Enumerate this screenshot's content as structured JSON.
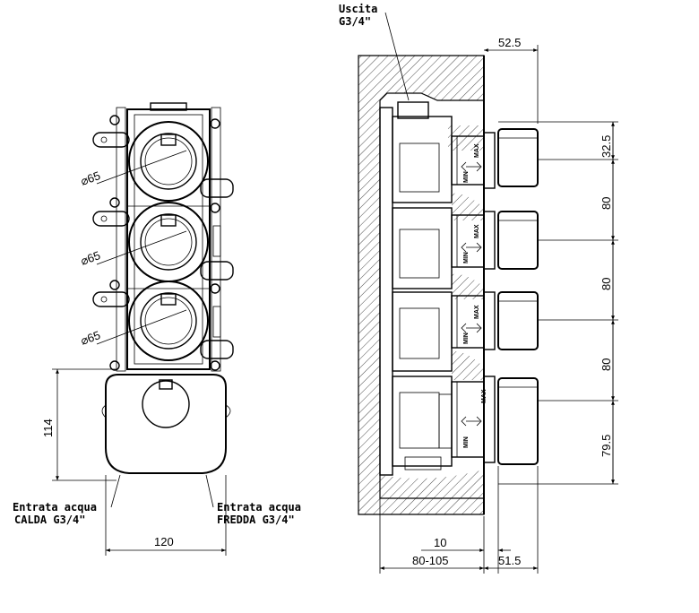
{
  "front_view": {
    "diameter_labels": [
      "⌀65",
      "⌀65",
      "⌀65"
    ],
    "height_dim": "114",
    "width_dim": "120",
    "hot_inlet": {
      "line1": "Entrata acqua",
      "line2": "CALDA G3/4\""
    },
    "cold_inlet": {
      "line1": "Entrata acqua",
      "line2": "FREDDA G3/4\""
    }
  },
  "side_view": {
    "outlet": {
      "line1": "Uscita",
      "line2": "G3/4\""
    },
    "dims": {
      "top_projection": "52.5",
      "first_offset": "32.5",
      "spacing_1": "80",
      "spacing_2": "80",
      "spacing_3": "80",
      "bottom_offset": "79.5",
      "depth_small": "10",
      "depth_range": "80-105",
      "depth_front": "51.5"
    },
    "max_label": "MAX",
    "min_label": "MIN"
  }
}
